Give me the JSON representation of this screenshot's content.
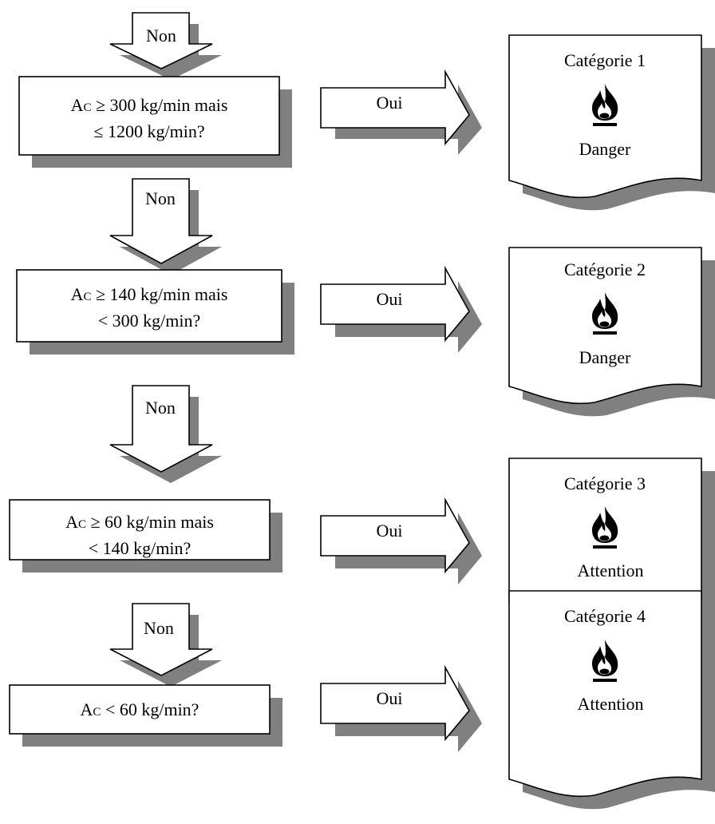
{
  "flowchart": {
    "down_arrows": [
      {
        "label": "Non"
      },
      {
        "label": "Non"
      },
      {
        "label": "Non"
      },
      {
        "label": "Non"
      }
    ],
    "questions": [
      {
        "var": "A",
        "sub": "C",
        "line1_rest": " ≥ 300 kg/min mais",
        "line2": "≤ 1200 kg/min?"
      },
      {
        "var": "A",
        "sub": "C",
        "line1_rest": " ≥ 140 kg/min mais",
        "line2": "< 300 kg/min?"
      },
      {
        "var": "A",
        "sub": "C",
        "line1_rest": " ≥ 60 kg/min mais",
        "line2": "< 140 kg/min?"
      },
      {
        "var": "A",
        "sub": "C",
        "line1_rest": " < 60 kg/min?",
        "line2": ""
      }
    ],
    "yes_arrows": [
      {
        "label": "Oui"
      },
      {
        "label": "Oui"
      },
      {
        "label": "Oui"
      },
      {
        "label": "Oui"
      }
    ],
    "results": [
      {
        "category": "Catégorie 1",
        "signal_word": "Danger",
        "icon": "flame-icon"
      },
      {
        "category": "Catégorie 2",
        "signal_word": "Danger",
        "icon": "flame-icon"
      },
      {
        "category": "Catégorie 3",
        "signal_word": "Attention",
        "icon": "flame-icon"
      },
      {
        "category": "Catégorie 4",
        "signal_word": "Attention",
        "icon": "flame-icon"
      }
    ]
  }
}
